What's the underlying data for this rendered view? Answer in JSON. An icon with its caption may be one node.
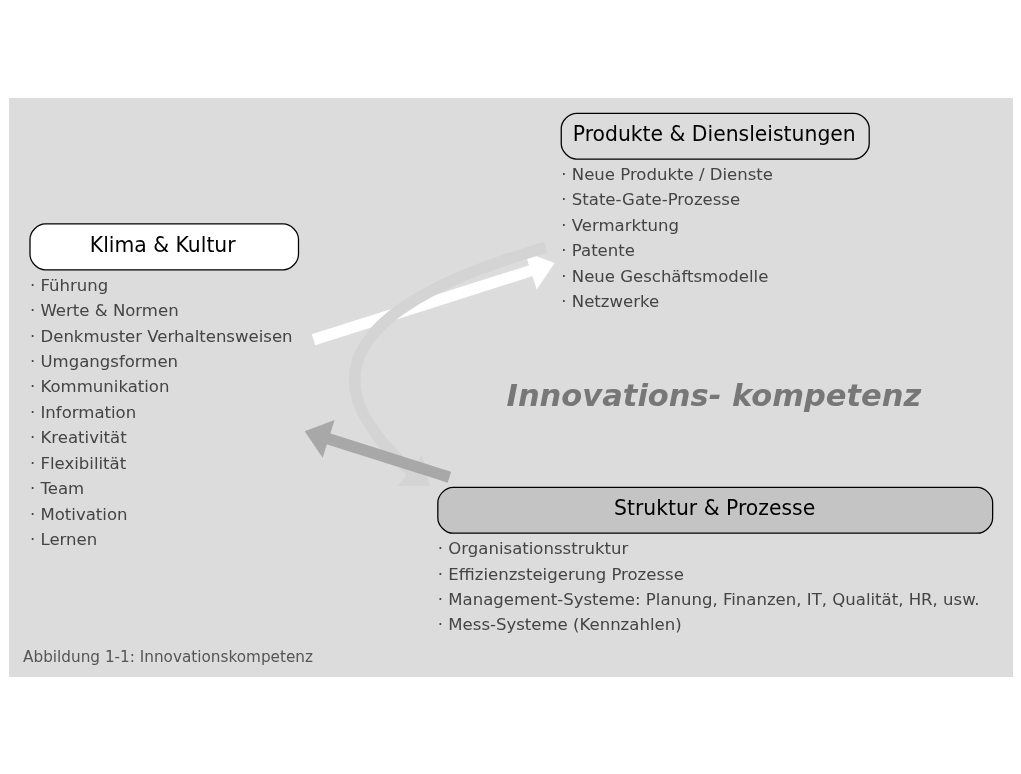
{
  "diagram": {
    "caption": "Abbildung 1-1: Innovationskompetenz",
    "nodes": [
      {
        "text": [
          "Klima & Kultur"
        ],
        "beside": [
          "· Führung",
          "· Werte & Normen",
          "· Denkmuster Verhaltensweisen",
          "· Umgangsformen",
          "· Kommunikation",
          "· Information",
          "· Kreativität",
          "· Flexibilität",
          "· Team",
          "· Motivation",
          "· Lernen"
        ]
      },
      {
        "text": [
          "Produkte & Diensleistungen"
        ],
        "beside": [
          "· Neue Produkte / Dienste",
          "· State-Gate-Prozesse",
          "· Vermarktung",
          "· Patente",
          "· Neue Geschäftsmodelle",
          "· Netzwerke"
        ]
      },
      {
        "text": [
          "Struktur & Prozesse"
        ],
        "beside": [
          "· Organisationsstruktur",
          "· Effizienzsteigerung Prozesse",
          "· Management-Systeme: Planung, Finanzen, IT, Qualität, HR, usw.",
          "· Mess-Systeme (Kennzahlen)"
        ]
      }
    ],
    "edges": [
      {
        "from": 0,
        "to": 1,
        "arrow": "to",
        "color": "#ffffff"
      },
      {
        "from": 1,
        "to": 2,
        "arrow": "to",
        "color": "#d4d4d4"
      },
      {
        "from": 2,
        "to": 0,
        "arrow": "to",
        "color": "#a8a8a8"
      }
    ],
    "labels": [
      "Innovations- kompetenz"
    ]
  }
}
